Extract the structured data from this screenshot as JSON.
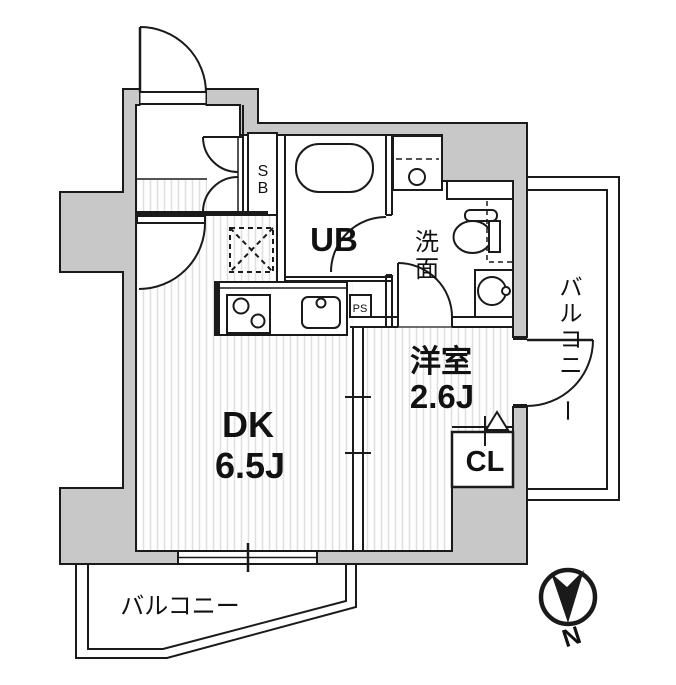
{
  "floorplan": {
    "rooms": {
      "dk": {
        "label": "DK",
        "size": "6.5J"
      },
      "western": {
        "label": "洋室",
        "size": "2.6J"
      },
      "unit_bath": {
        "label": "UB"
      },
      "washroom": {
        "label": "洗面"
      },
      "closet": {
        "label": "CL"
      },
      "shoe_box": {
        "label": "SB"
      },
      "pipe_space": {
        "label": "PS"
      },
      "balcony_side": {
        "label": "バルコニー"
      },
      "balcony_bottom": {
        "label": "バルコニー"
      }
    },
    "compass": {
      "north": "N"
    },
    "colors": {
      "wall_fill": "#c8c8c8",
      "line": "#1a1a1a",
      "floor_stripe": "#e0e0e0",
      "background": "#ffffff"
    }
  }
}
